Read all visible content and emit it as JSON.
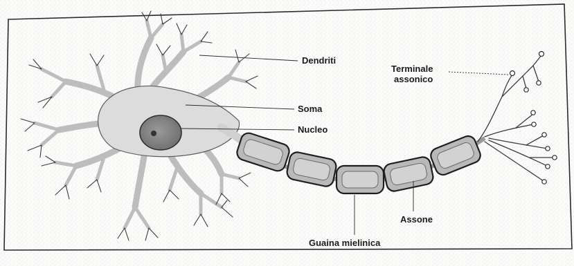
{
  "labels": {
    "dendrites": "Dendriti",
    "soma": "Soma",
    "nucleus": "Nucleo",
    "axon_terminal_line1": "Terminale",
    "axon_terminal_line2": "assonico",
    "axon": "Assone",
    "myelin_sheath": "Guaina mielinica"
  },
  "colors": {
    "paper": "#fbfbfa",
    "speckle": "#cfcfcf",
    "cell_fill": "#dcdcdc",
    "cell_outline": "#444444",
    "nucleus": "#7d7d7d",
    "myelin_fill": "#b9b9b9",
    "myelin_outline": "#1e1e1e",
    "text": "#1b1b1b"
  }
}
